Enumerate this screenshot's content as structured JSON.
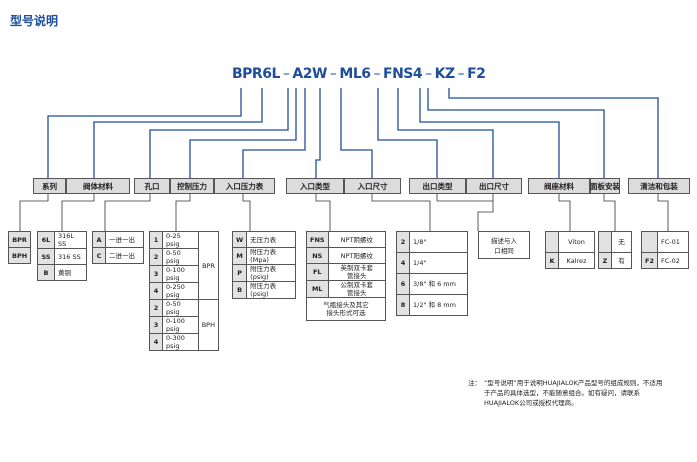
{
  "title": "型号说明",
  "model": {
    "segments": [
      "BPR6L",
      "A2W",
      "ML6",
      "FNS4",
      "KZ",
      "F2"
    ],
    "separator": "–"
  },
  "headers": {
    "series": "系列",
    "body_material": "阀体材料",
    "port": "孔口",
    "control_pressure": "控制压力",
    "inlet_gauge": "入口压力表",
    "inlet_type": "入口类型",
    "inlet_size": "入口尺寸",
    "outlet_type": "出口类型",
    "outlet_size": "出口尺寸",
    "seat_material": "阀座材料",
    "panel_mount": "面板安装",
    "cleaning": "清洁和包装"
  },
  "series": [
    {
      "code": "BPR",
      "desc": ""
    },
    {
      "code": "BPH",
      "desc": ""
    }
  ],
  "body_material": [
    {
      "code": "6L",
      "desc": "316L SS"
    },
    {
      "code": "SS",
      "desc": "316 SS"
    },
    {
      "code": "B",
      "desc": "黄铜"
    }
  ],
  "port": [
    {
      "code": "A",
      "desc": "一进一出"
    },
    {
      "code": "C",
      "desc": "二进一出"
    }
  ],
  "control_pressure": {
    "bpr_label": "BPR",
    "bph_label": "BPH",
    "bpr": [
      {
        "code": "1",
        "desc": "0-25 psig"
      },
      {
        "code": "2",
        "desc": "0-50 psig"
      },
      {
        "code": "3",
        "desc": "0-100 psig"
      },
      {
        "code": "4",
        "desc": "0-250 psig"
      }
    ],
    "bph": [
      {
        "code": "2",
        "desc": "0-50 psig"
      },
      {
        "code": "3",
        "desc": "0-100 psig"
      },
      {
        "code": "4",
        "desc": "0-300 psig"
      }
    ]
  },
  "inlet_gauge": [
    {
      "code": "W",
      "desc": "无压力表"
    },
    {
      "code": "M",
      "desc": "附压力表\n(Mpa)"
    },
    {
      "code": "P",
      "desc": "附压力表\n(psig)"
    },
    {
      "code": "B",
      "desc": "附压力表\n(psig)"
    }
  ],
  "inlet_type": [
    {
      "code": "FNS",
      "desc": "NPT阴螺纹"
    },
    {
      "code": "NS",
      "desc": "NPT阳螺纹"
    },
    {
      "code": "FL",
      "desc": "英制双卡套\n管接头"
    },
    {
      "code": "ML",
      "desc": "公制双卡套\n管接头"
    }
  ],
  "inlet_type_note": "气瓶接头及其它\n接头形式可选",
  "inlet_size": [
    {
      "code": "2",
      "desc": "1/8\""
    },
    {
      "code": "4",
      "desc": "1/4\""
    },
    {
      "code": "6",
      "desc": "3/8\" 和 6 mm"
    },
    {
      "code": "8",
      "desc": "1/2\" 和 8 mm"
    }
  ],
  "outlet_note": "描述与入\n口相同",
  "seat_material": [
    {
      "code": "",
      "desc": "Viton"
    },
    {
      "code": "K",
      "desc": "Kalrez"
    }
  ],
  "panel_mount": [
    {
      "code": "",
      "desc": "无"
    },
    {
      "code": "Z",
      "desc": "有"
    }
  ],
  "cleaning": [
    {
      "code": "",
      "desc": "FC-01"
    },
    {
      "code": "F2",
      "desc": "FC-02"
    }
  ],
  "note": {
    "label": "注：",
    "text": "“型号说明”用于说明HUAJIALOK产品型号的组成规则，不适用于产品的具体选型，不能随意组合。如有疑问，请联系HUAJIALOK公司或授权代理商。"
  },
  "colors": {
    "line": "#1f4e9c",
    "title": "#1f4e9c",
    "header_bg": "#dcdcdc",
    "code_bg": "#e2e2e2"
  }
}
